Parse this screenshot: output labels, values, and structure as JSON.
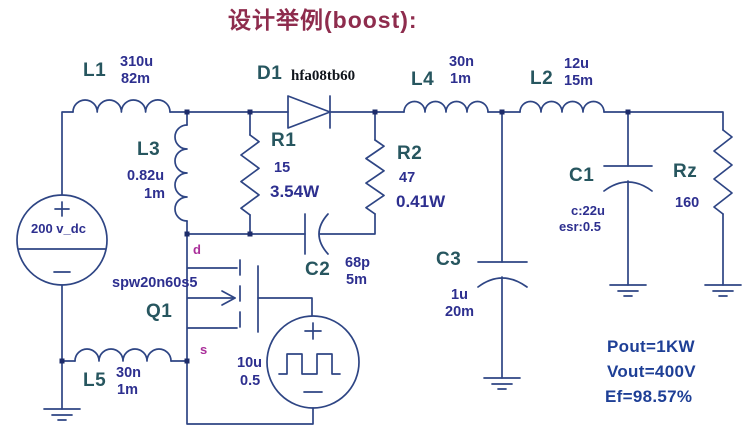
{
  "slide": {
    "title": "设计举例(boost):"
  },
  "components": {
    "l1": {
      "name": "L1",
      "values": [
        "310u",
        "82m"
      ]
    },
    "l3": {
      "name": "L3",
      "values": [
        "0.82u",
        "1m"
      ]
    },
    "l4": {
      "name": "L4",
      "values": [
        "30n",
        "1m"
      ]
    },
    "l2": {
      "name": "L2",
      "values": [
        "12u",
        "15m"
      ]
    },
    "l5": {
      "name": "L5",
      "values": [
        "30n",
        "1m"
      ]
    },
    "d1": {
      "name": "D1",
      "part": "hfa08tb60"
    },
    "r1": {
      "name": "R1",
      "values": [
        "15",
        "3.54W"
      ]
    },
    "r2": {
      "name": "R2",
      "values": [
        "47",
        "0.41W"
      ]
    },
    "rz": {
      "name": "Rz",
      "values": [
        "160"
      ]
    },
    "c1": {
      "name": "C1",
      "values": [
        "c:22u",
        "esr:0.5"
      ]
    },
    "c2": {
      "name": "C2",
      "values": [
        "68p",
        "5m"
      ]
    },
    "c3": {
      "name": "C3",
      "values": [
        "1u",
        "20m"
      ]
    },
    "q1": {
      "name": "Q1",
      "part": "spw20n60s5",
      "drain_pin": "d",
      "source_pin": "s"
    },
    "vsource": {
      "label": "200 v_dc"
    },
    "pulse": {
      "values": [
        "10u",
        "0.5"
      ]
    }
  },
  "results": {
    "pout": "Pout=1KW",
    "vout": "Vout=400V",
    "efficiency": "Ef=98.57%"
  },
  "colors": {
    "wire": "#2e4584",
    "component_name": "#27565f",
    "component_value": "#2d2f8f",
    "pin_label": "#aa2f9a",
    "title": "#8e2c4d",
    "results_text": "#1e3f96"
  }
}
